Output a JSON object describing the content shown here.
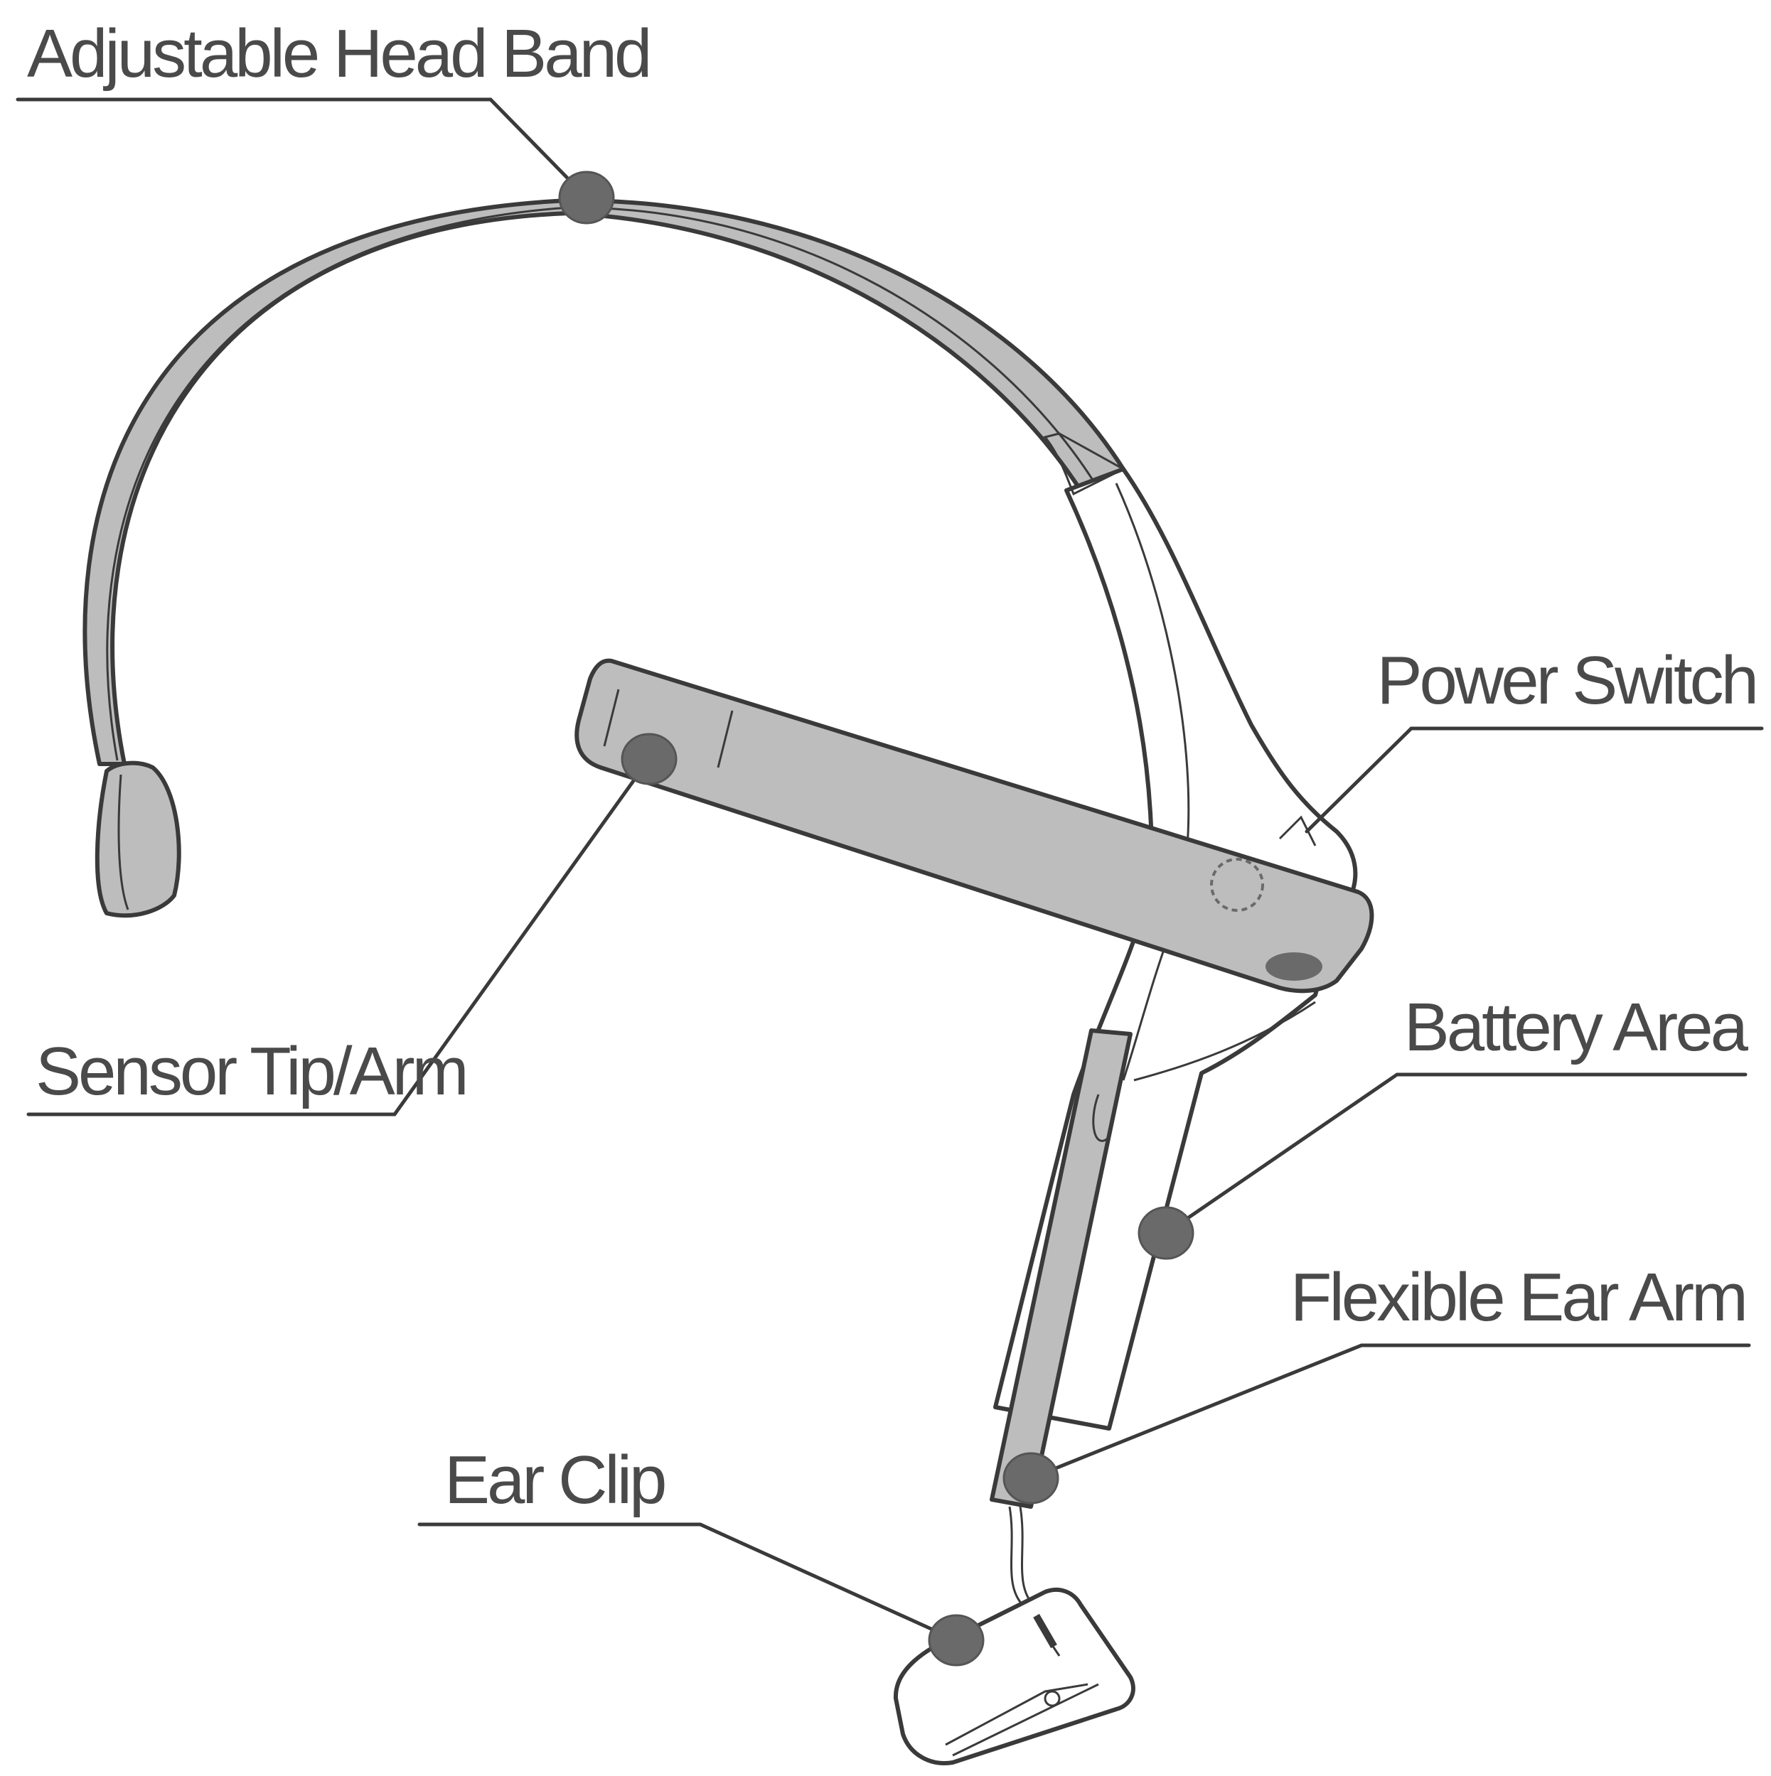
{
  "labels": {
    "head_band": "Adjustable Head Band",
    "power_switch": "Power Switch",
    "sensor_tip": "Sensor Tip/Arm",
    "battery_area": "Battery Area",
    "flexible_ear_arm": "Flexible Ear Arm",
    "ear_clip": "Ear Clip"
  },
  "colors": {
    "line": "#3a3a3a",
    "part_fill": "#bdbdbd",
    "dot_fill": "#6a6a6a",
    "label_text": "#4a4a4a"
  }
}
